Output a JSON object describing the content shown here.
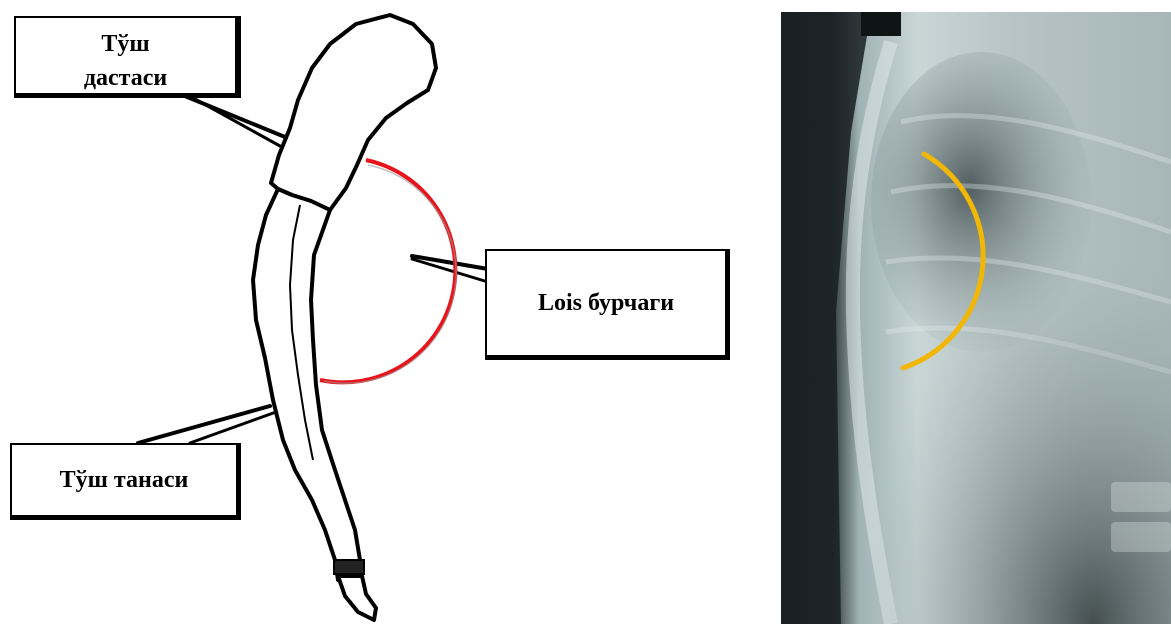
{
  "labels": {
    "manubrium_line1": "Тўш",
    "manubrium_line2": "дастаси",
    "angle": "Lois бурчаги",
    "body": "Тўш танаси"
  },
  "colors": {
    "outline": "#000000",
    "angle_arc": "#e8141a",
    "xray_arc": "#f2b705"
  }
}
